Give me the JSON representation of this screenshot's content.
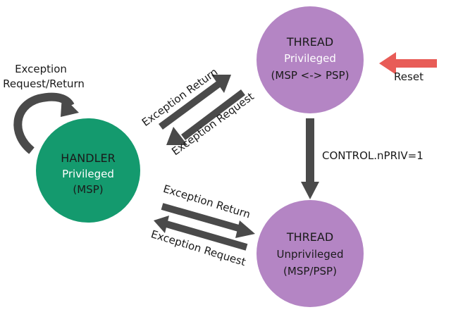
{
  "nodes": {
    "handler": {
      "title": "HANDLER",
      "mode": "Privileged",
      "stack": "(MSP)"
    },
    "thread_priv": {
      "title": "THREAD",
      "mode": "Privileged",
      "stack": "(MSP <-> PSP)"
    },
    "thread_unpriv": {
      "title": "THREAD",
      "mode": "Unprivileged",
      "stack": "(MSP/PSP)"
    }
  },
  "labels": {
    "self_loop_line1": "Exception",
    "self_loop_line2": "Request/Return",
    "upper_return": "Exception Return",
    "upper_request": "Exception Request",
    "lower_return": "Exception Return",
    "lower_request": "Exception Request",
    "control": "CONTROL.nPRIV=1",
    "reset": "Reset"
  },
  "colors": {
    "handler": "#149a6e",
    "thread": "#b485c4",
    "arrow": "#4a4a4a",
    "reset_arrow": "#e85c57",
    "privileged_text": "#ffffff"
  }
}
